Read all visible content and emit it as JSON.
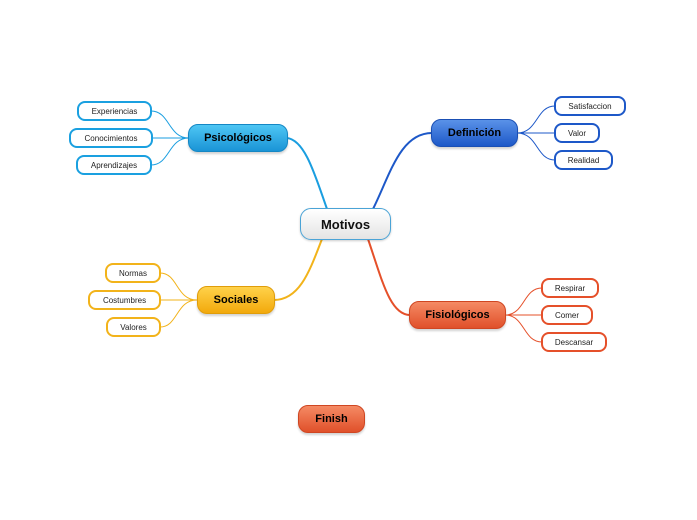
{
  "center": {
    "label": "Motivos"
  },
  "branches": {
    "psicologicos": {
      "label": "Psicológicos",
      "color": "#1a9ee0",
      "children": [
        "Experiencias",
        "Conocimientos",
        "Aprendizajes"
      ]
    },
    "definicion": {
      "label": "Definición",
      "color": "#1d58c8",
      "children": [
        "Satisfaccion",
        "Valor",
        "Realidad"
      ]
    },
    "sociales": {
      "label": "Sociales",
      "color": "#f2b31a",
      "children": [
        "Normas",
        "Costumbres",
        "Valores"
      ]
    },
    "fisiologicos": {
      "label": "Fisiológicos",
      "color": "#e5502a",
      "children": [
        "Respirar",
        "Comer",
        "Descansar"
      ]
    }
  },
  "finish": {
    "label": "Finish"
  }
}
